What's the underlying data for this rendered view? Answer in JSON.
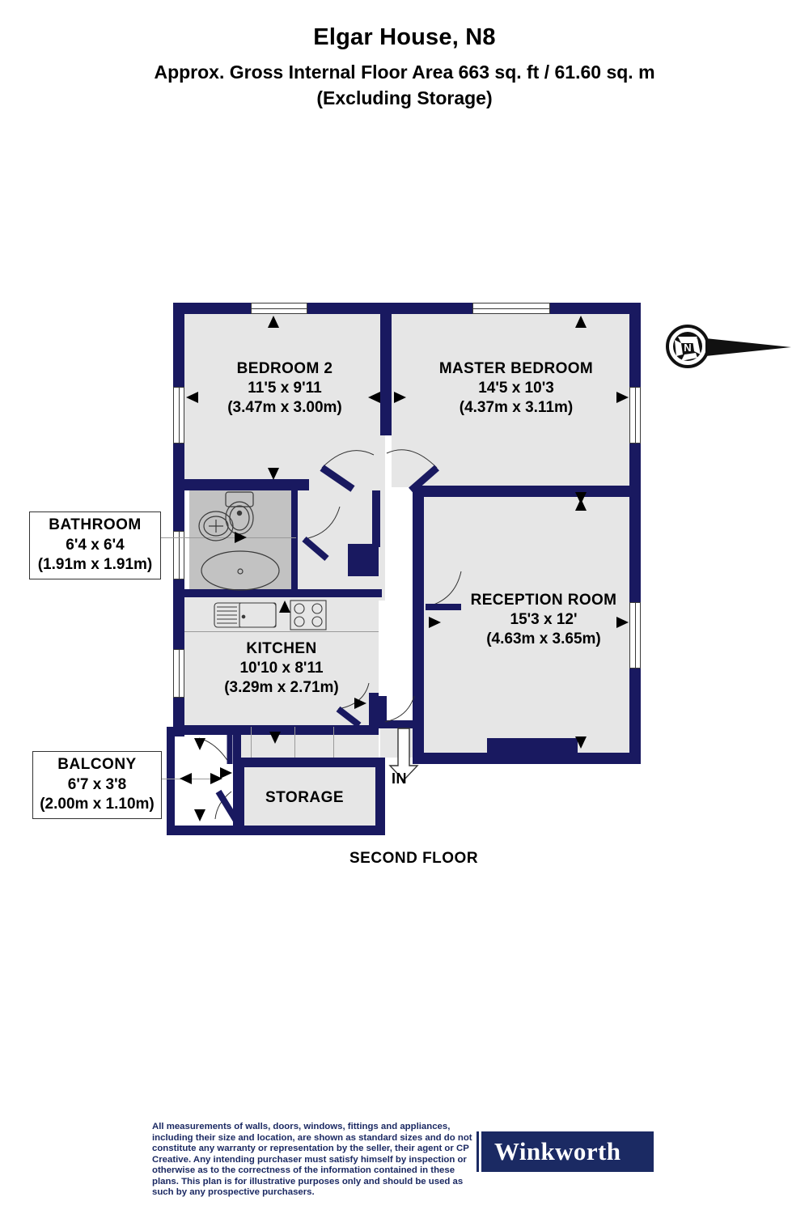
{
  "header": {
    "title": "Elgar House, N8",
    "area_line": "Approx. Gross Internal Floor Area 663 sq. ft / 61.60 sq. m",
    "exclusion_line": "(Excluding Storage)"
  },
  "floor_label": "SECOND FLOOR",
  "entrance_label": "IN",
  "compass": {
    "letter": "N"
  },
  "rooms": [
    {
      "id": "bedroom2",
      "name": "BEDROOM 2",
      "imperial": "11'5 x 9'11",
      "metric": "(3.47m x 3.00m)"
    },
    {
      "id": "master",
      "name": "MASTER BEDROOM",
      "imperial": "14'5 x 10'3",
      "metric": "(4.37m x 3.11m)"
    },
    {
      "id": "bathroom",
      "name": "BATHROOM",
      "imperial": "6'4 x 6'4",
      "metric": "(1.91m x 1.91m)"
    },
    {
      "id": "kitchen",
      "name": "KITCHEN",
      "imperial": "10'10 x 8'11",
      "metric": "(3.29m x 2.71m)"
    },
    {
      "id": "reception",
      "name": "RECEPTION ROOM",
      "imperial": "15'3 x 12'",
      "metric": "(4.63m x 3.65m)"
    },
    {
      "id": "balcony",
      "name": "BALCONY",
      "imperial": "6'7 x 3'8",
      "metric": "(2.00m x 1.10m)"
    },
    {
      "id": "storage",
      "name": "STORAGE",
      "imperial": "",
      "metric": ""
    }
  ],
  "footer": {
    "disclaimer": "All measurements of walls, doors, windows, fittings and appliances, including their size and location, are shown as standard sizes and do not constitute any warranty or representation by the seller, their agent or CP Creative. Any intending purchaser must satisfy himself by inspection or otherwise as to the correctness of the information contained in these plans. This plan is for illustrative purposes only and should be used as such by any prospective purchasers.",
    "brand": "Winkworth"
  },
  "colors": {
    "wall": "#191960",
    "floor": "#e6e6e6",
    "bathroom_floor": "#c2c2c2",
    "brand_navy": "#1b2a63",
    "text": "#000000"
  }
}
